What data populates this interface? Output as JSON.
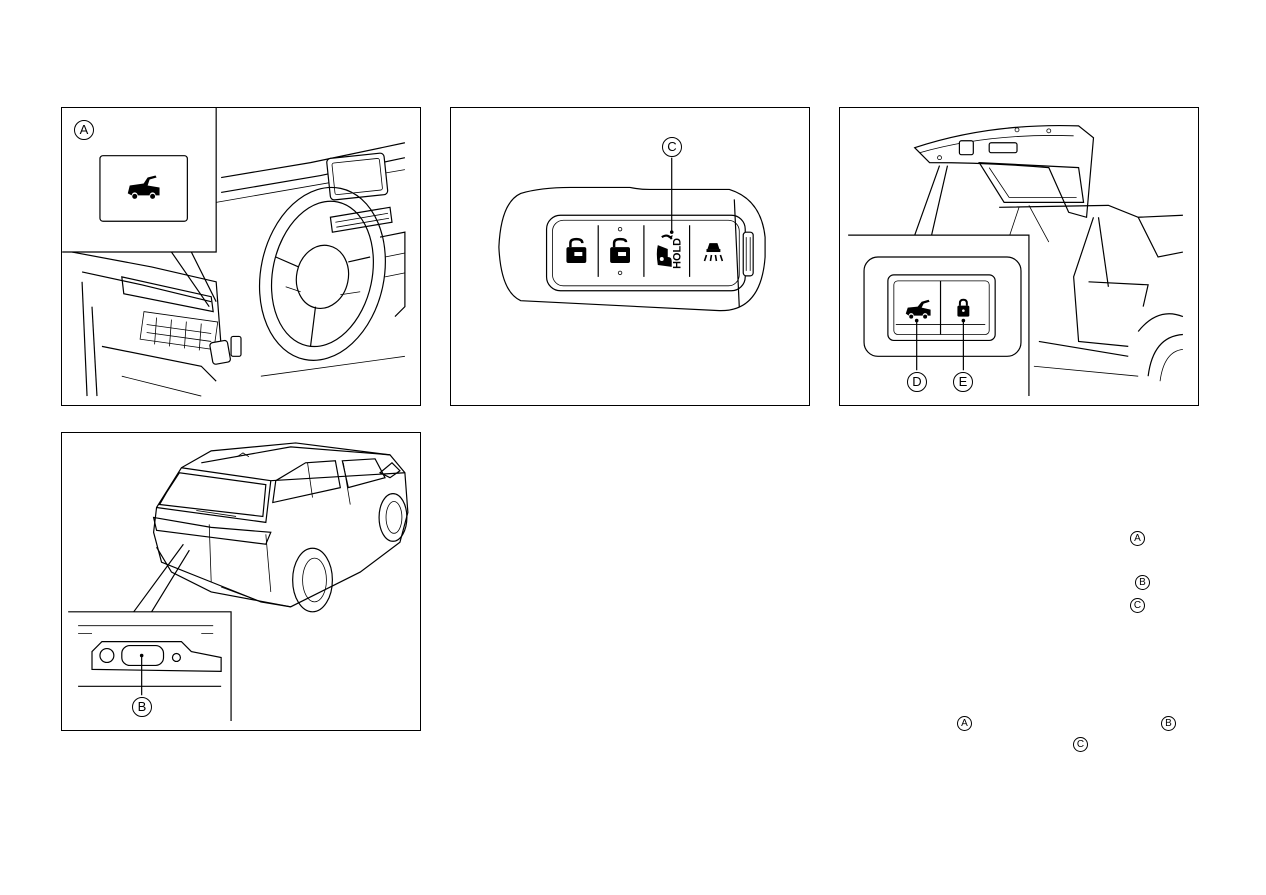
{
  "figures": {
    "dashboard": {
      "callout": "A"
    },
    "key_fob": {
      "callout": "C",
      "hold_label": "HOLD"
    },
    "liftgate": {
      "callouts": [
        "D",
        "E"
      ]
    },
    "rear_exterior": {
      "callout": "B"
    }
  },
  "text_refs": {
    "ref1": "A",
    "ref2": "B",
    "ref3": "C",
    "ref4": "A",
    "ref5": "B",
    "ref6": "C"
  }
}
